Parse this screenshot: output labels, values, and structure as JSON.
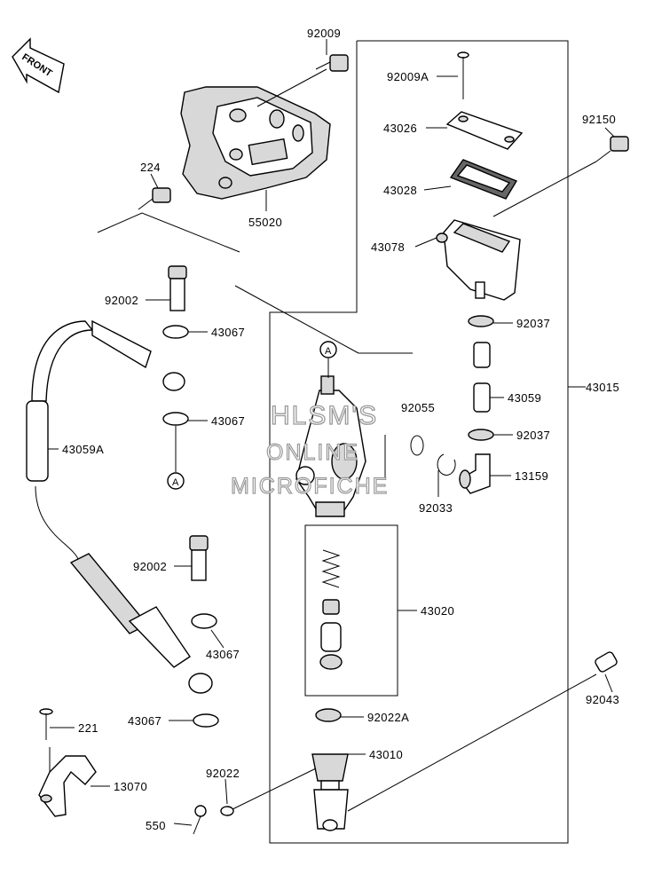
{
  "front_marker": "FRONT",
  "callout_letter": "A",
  "watermark": [
    "HLSM'S",
    "ONLINE",
    "MICROFICHE"
  ],
  "parts": {
    "p92009": "92009",
    "p92009A": "92009A",
    "p43026": "43026",
    "p92150": "92150",
    "p224": "224",
    "p43028": "43028",
    "p55020": "55020",
    "p43078": "43078",
    "p92002a": "92002",
    "p43067a": "43067",
    "p92037a": "92037",
    "p43059": "43059",
    "p43067b": "43067",
    "p92055": "92055",
    "p43015": "43015",
    "p92037b": "92037",
    "p43059A": "43059A",
    "p13159": "13159",
    "p92033": "92033",
    "p92002b": "92002",
    "p43020": "43020",
    "p43067c": "43067",
    "p92043": "92043",
    "p43067d": "43067",
    "p221": "221",
    "p92022A": "92022A",
    "p43010": "43010",
    "p13070": "13070",
    "p92022": "92022",
    "p550": "550"
  }
}
